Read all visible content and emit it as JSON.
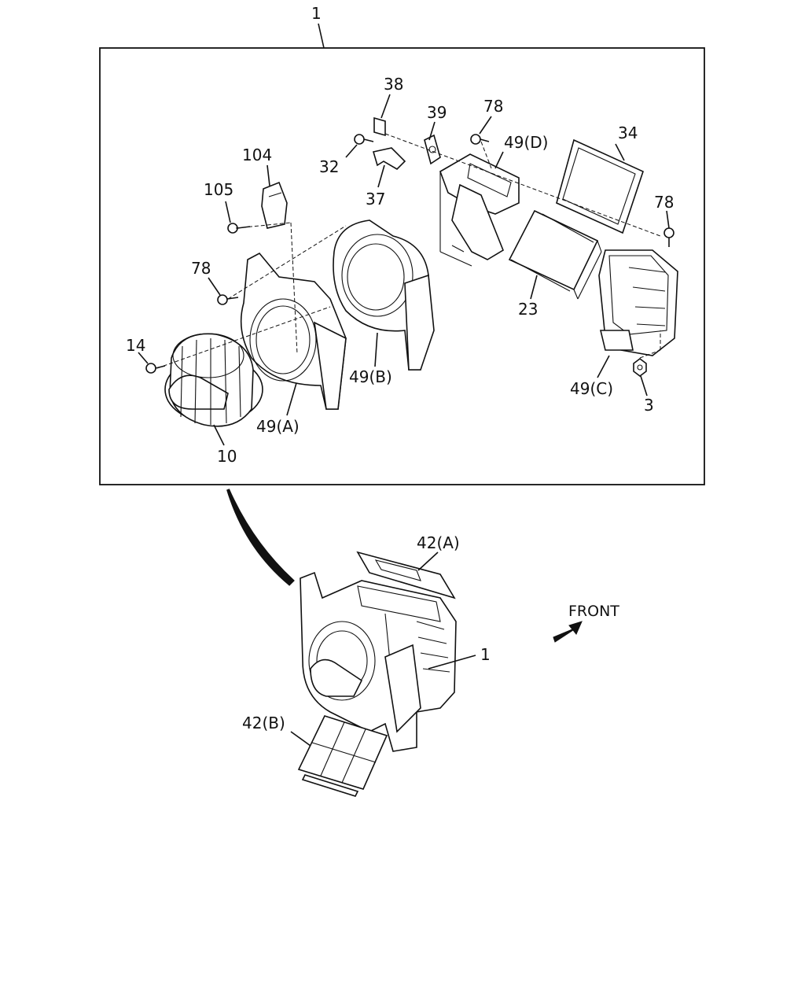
{
  "labels": {
    "assembly_top": "1",
    "p38": "38",
    "p39": "39",
    "p78_top": "78",
    "p49d": "49(D)",
    "p34": "34",
    "p32": "32",
    "p37": "37",
    "p104": "104",
    "p105": "105",
    "p78_right": "78",
    "p78_left": "78",
    "p23": "23",
    "p14": "14",
    "p49b": "49(B)",
    "p49c": "49(C)",
    "p3": "3",
    "p49a": "49(A)",
    "p10": "10",
    "p42a": "42(A)",
    "assembly_bottom": "1",
    "p42b": "42(B)",
    "front": "FRONT"
  },
  "icons": {
    "front_arrow": "front-arrow-icon",
    "curved_arrow": "curved-pointer-arrow-icon"
  },
  "colors": {
    "line": "#111111",
    "background": "#ffffff"
  }
}
